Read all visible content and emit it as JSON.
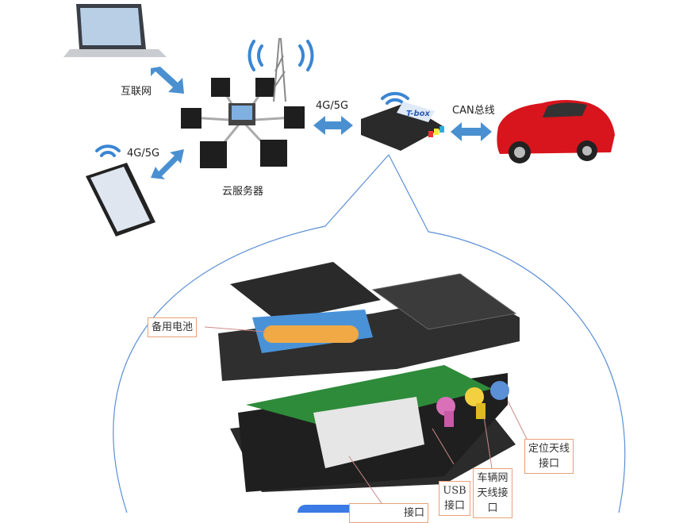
{
  "top": {
    "internet_label": "互联网",
    "mobile_network_label": "4G/5G",
    "server_network_label": "4G/5G",
    "cloud_server_label": "云服务器",
    "can_bus_label": "CAN总线",
    "tbox_label": "T-box"
  },
  "callouts": {
    "backup_battery": "备用电池",
    "gps_antenna_port": "定位天线接口",
    "usb_port": "USB接口",
    "vehicle_network_antenna_port": "车辆网天线接口",
    "bottom_port_partial": "接口"
  },
  "colors": {
    "arrow": "#4a90d0",
    "car": "#d8141c",
    "callout_border": "#e8a07a",
    "bubble": "#5b8fd6"
  }
}
